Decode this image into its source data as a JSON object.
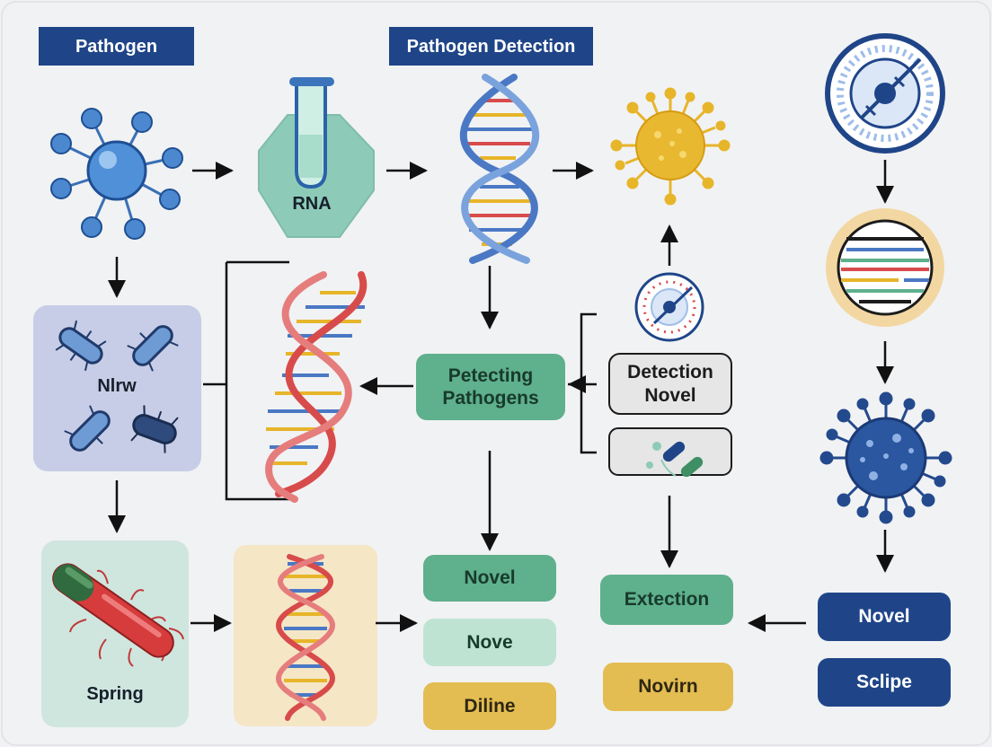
{
  "headers": {
    "pathogen": "Pathogen",
    "pathogen_detection": "Pathogen Detection"
  },
  "labels": {
    "rna": "RNA",
    "nlrw": "Nlrw",
    "spring": "Spring",
    "petecting_pathogens": "Petecting Pathogens",
    "detection_novel": "Detection Novel",
    "novel_green": "Novel",
    "nove_mint": "Nove",
    "diline_gold": "Diline",
    "extection": "Extection",
    "novirn": "Novirn",
    "novel_navy": "Novel",
    "sclipe": "Sclipe"
  },
  "colors": {
    "background": "#f1f2f4",
    "navy": "#1f4588",
    "green": "#5fb08c",
    "mint": "#bfe3d3",
    "gold": "#e3bd52",
    "teal": "#8ecab8",
    "dna_blue": "#4a78c4",
    "dna_red": "#d84b4b",
    "virus_yellow": "#e7b52a",
    "virus_navy": "#244a8e"
  },
  "icons": [
    "pathogen-molecule-icon",
    "test-tube-icon",
    "dna-helix-icon",
    "yellow-virus-icon",
    "target-dial-icon",
    "gel-plate-icon",
    "navy-virus-icon",
    "bacteria-group-icon",
    "red-dna-helix-icon",
    "small-target-icon",
    "capsule-cells-icon",
    "red-bacterium-icon",
    "dna-panel-icon"
  ]
}
